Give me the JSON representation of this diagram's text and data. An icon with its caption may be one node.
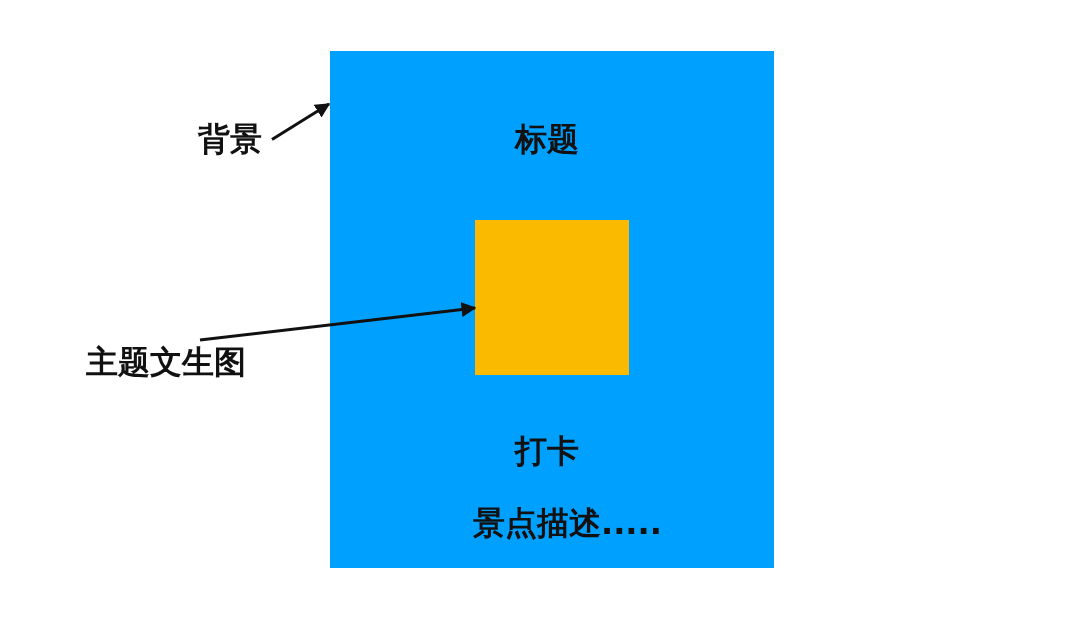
{
  "diagram": {
    "nodes": [
      {
        "text": [
          "背景"
        ]
      },
      {
        "text": [
          "标题",
          "打卡",
          "景点描述....."
        ]
      },
      {
        "text": [],
        "shape": "box",
        "in": 1
      },
      {
        "text": [
          "主题文生图"
        ]
      }
    ],
    "edges": [
      {
        "from": 0,
        "to": 1,
        "arrow": "to"
      },
      {
        "from": 3,
        "to": 2,
        "arrow": "to"
      }
    ]
  }
}
